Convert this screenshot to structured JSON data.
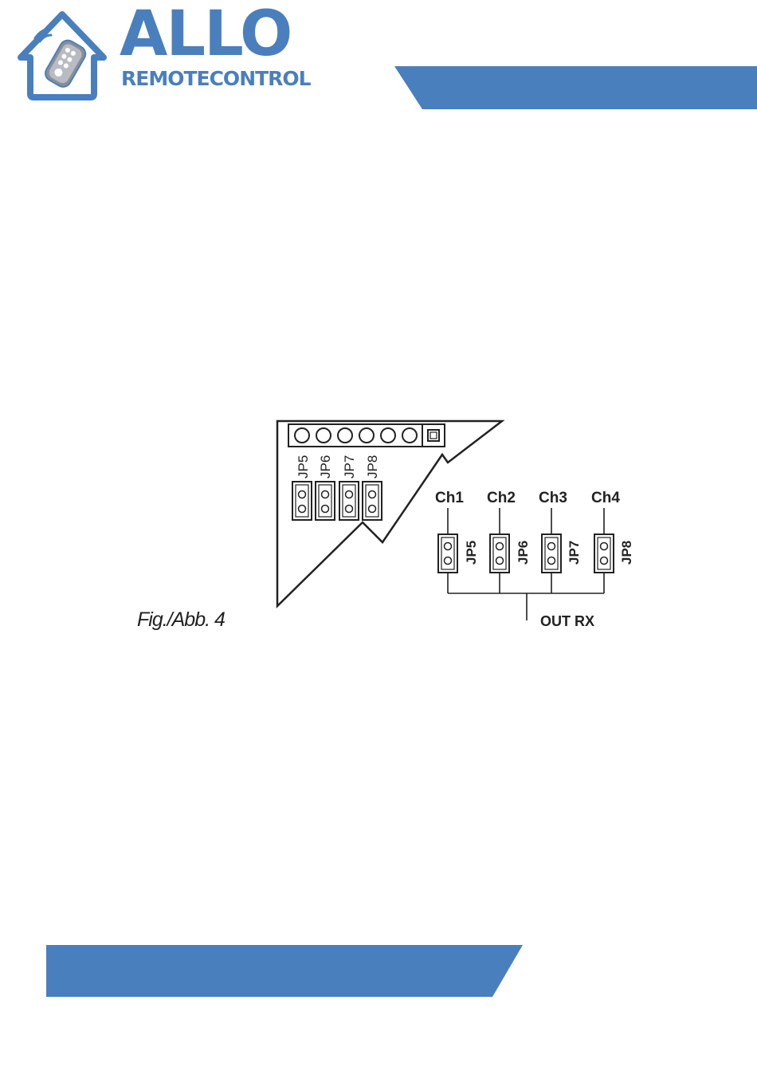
{
  "header": {
    "brand_name": "ALLO",
    "brand_sub": "REMOTECONTROL",
    "logo_icon": "house-remote-icon"
  },
  "figure": {
    "caption": "Fig./Abb. 4",
    "board_jumpers": [
      "JP5",
      "JP6",
      "JP7",
      "JP8"
    ],
    "channels": [
      {
        "label": "Ch1",
        "jumper": "JP5"
      },
      {
        "label": "Ch2",
        "jumper": "JP6"
      },
      {
        "label": "Ch3",
        "jumper": "JP7"
      },
      {
        "label": "Ch4",
        "jumper": "JP8"
      }
    ],
    "output_label": "OUT RX"
  },
  "colors": {
    "brand_blue": "#4a7fbe",
    "line": "#222222"
  }
}
